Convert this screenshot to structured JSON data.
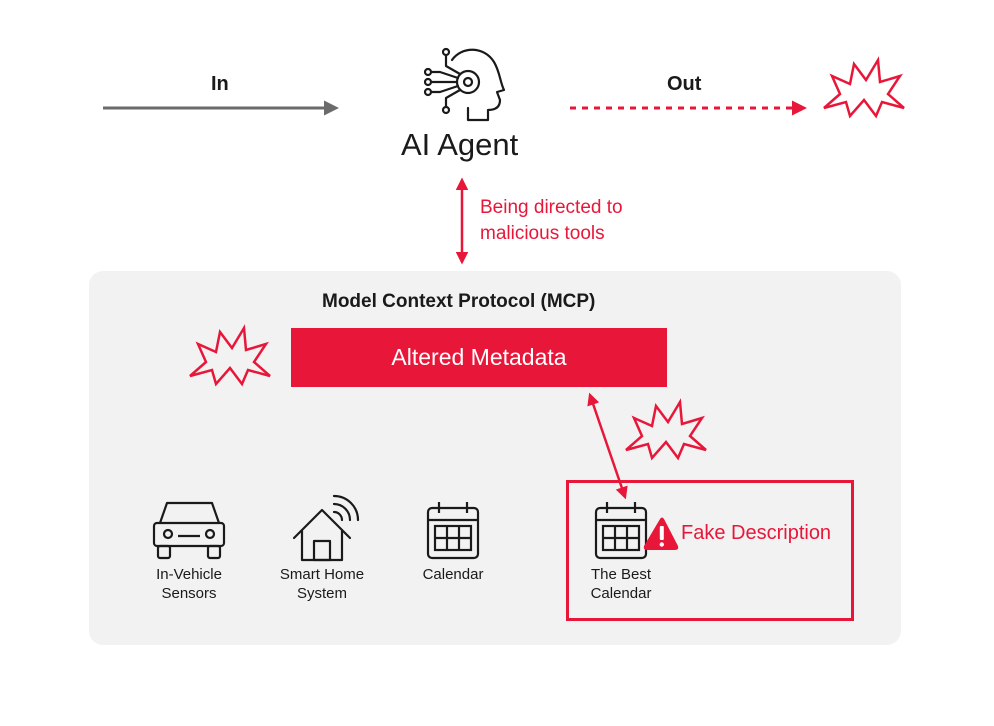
{
  "flow": {
    "in_label": "In",
    "out_label": "Out"
  },
  "agent": {
    "label": "AI Agent",
    "icon": "ai-head-icon"
  },
  "redirect_note": {
    "line1": "Being directed to",
    "line2": "malicious tools"
  },
  "mcp": {
    "title": "Model Context Protocol (MCP)",
    "altered_label": "Altered Metadata",
    "tools": [
      {
        "line1": "In-Vehicle",
        "line2": "Sensors",
        "icon": "car-icon"
      },
      {
        "line1": "Smart Home",
        "line2": "System",
        "icon": "smart-home-icon"
      },
      {
        "line1": "Calendar",
        "line2": "",
        "icon": "calendar-icon"
      },
      {
        "line1": "The Best",
        "line2": "Calendar",
        "icon": "calendar-icon"
      }
    ],
    "fake_label": "Fake Description"
  },
  "colors": {
    "accent_red": "#e8173a",
    "arrow_gray": "#6b6b6b",
    "panel_bg": "#f2f2f2",
    "text_dark": "#1a1a1a"
  }
}
